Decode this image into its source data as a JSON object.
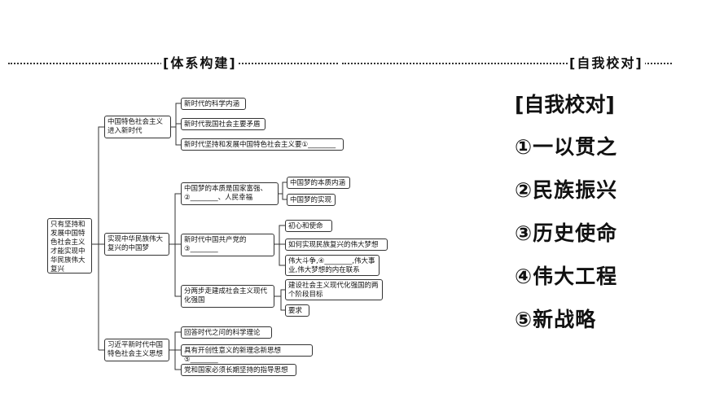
{
  "left_header": "[体系构建]",
  "right_header": "[自我校对]",
  "mindmap": {
    "root": "只有坚持和发展中国特色社会主义才能实现中华民族伟大复兴",
    "b1": {
      "label": "中国特色社会主义进入新时代",
      "leaves": [
        "新时代的科学内涵",
        "新时代我国社会主要矛盾",
        "新时代坚持和发展中国特色社会主义要①________"
      ]
    },
    "b2": {
      "label": "实现中华民族伟大复兴的中国梦",
      "s1": {
        "label": "中国梦的本质是国家富强、②________、人民幸福",
        "leaves": [
          "中国梦的本质内涵",
          "中国梦的实现"
        ]
      },
      "s2": {
        "label": "新时代中国共产党的③________",
        "leaves": [
          "初心和使命",
          "如何实现民族复兴的伟大梦想",
          "伟大斗争,④________,伟大事业,伟大梦想的内在联系"
        ]
      },
      "s3": {
        "label": "分两步走建成社会主义现代化强国",
        "leaves": [
          "建设社会主义现代化强国的两个阶段目标",
          "要求"
        ]
      }
    },
    "b3": {
      "label": "习近平新时代中国特色社会主义思想",
      "leaves": [
        "回答时代之问的科学理论",
        "具有开创性意义的新理念新思想⑤________",
        "党和国家必须长期坚持的指导思想"
      ]
    }
  },
  "answers": {
    "title": "[自我校对]",
    "items": [
      "①一以贯之",
      "②民族振兴",
      "③历史使命",
      "④伟大工程",
      "⑤新战略"
    ]
  }
}
